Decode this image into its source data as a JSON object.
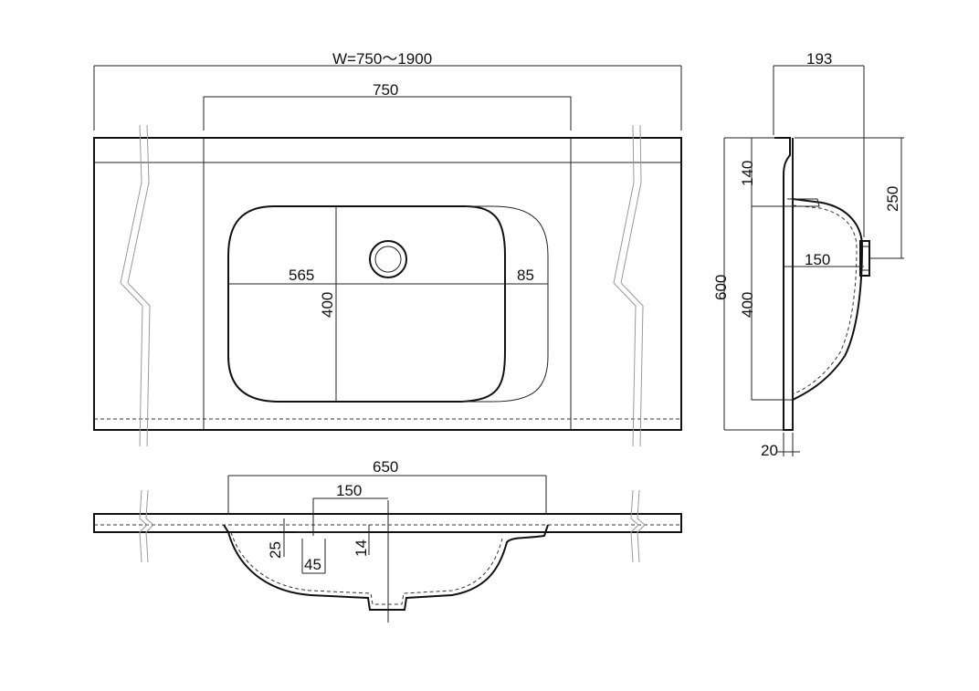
{
  "dimensions": {
    "total_width": "W=750～1900",
    "bowl_area_width": "750",
    "bowl_length": "565",
    "bowl_extension": "85",
    "bowl_depth_plan": "400",
    "basin_width_front": "650",
    "drain_offset": "150",
    "rim_depth": "25",
    "drain_recess": "14",
    "front_step": "45",
    "side_depth_total": "193",
    "side_back_section": "140",
    "side_bowl_section": "400",
    "side_overall": "600",
    "side_drain_height": "250",
    "side_drain_offset": "150",
    "side_thickness": "20"
  },
  "colors": {
    "line": "#111111",
    "break_line": "#999999"
  }
}
